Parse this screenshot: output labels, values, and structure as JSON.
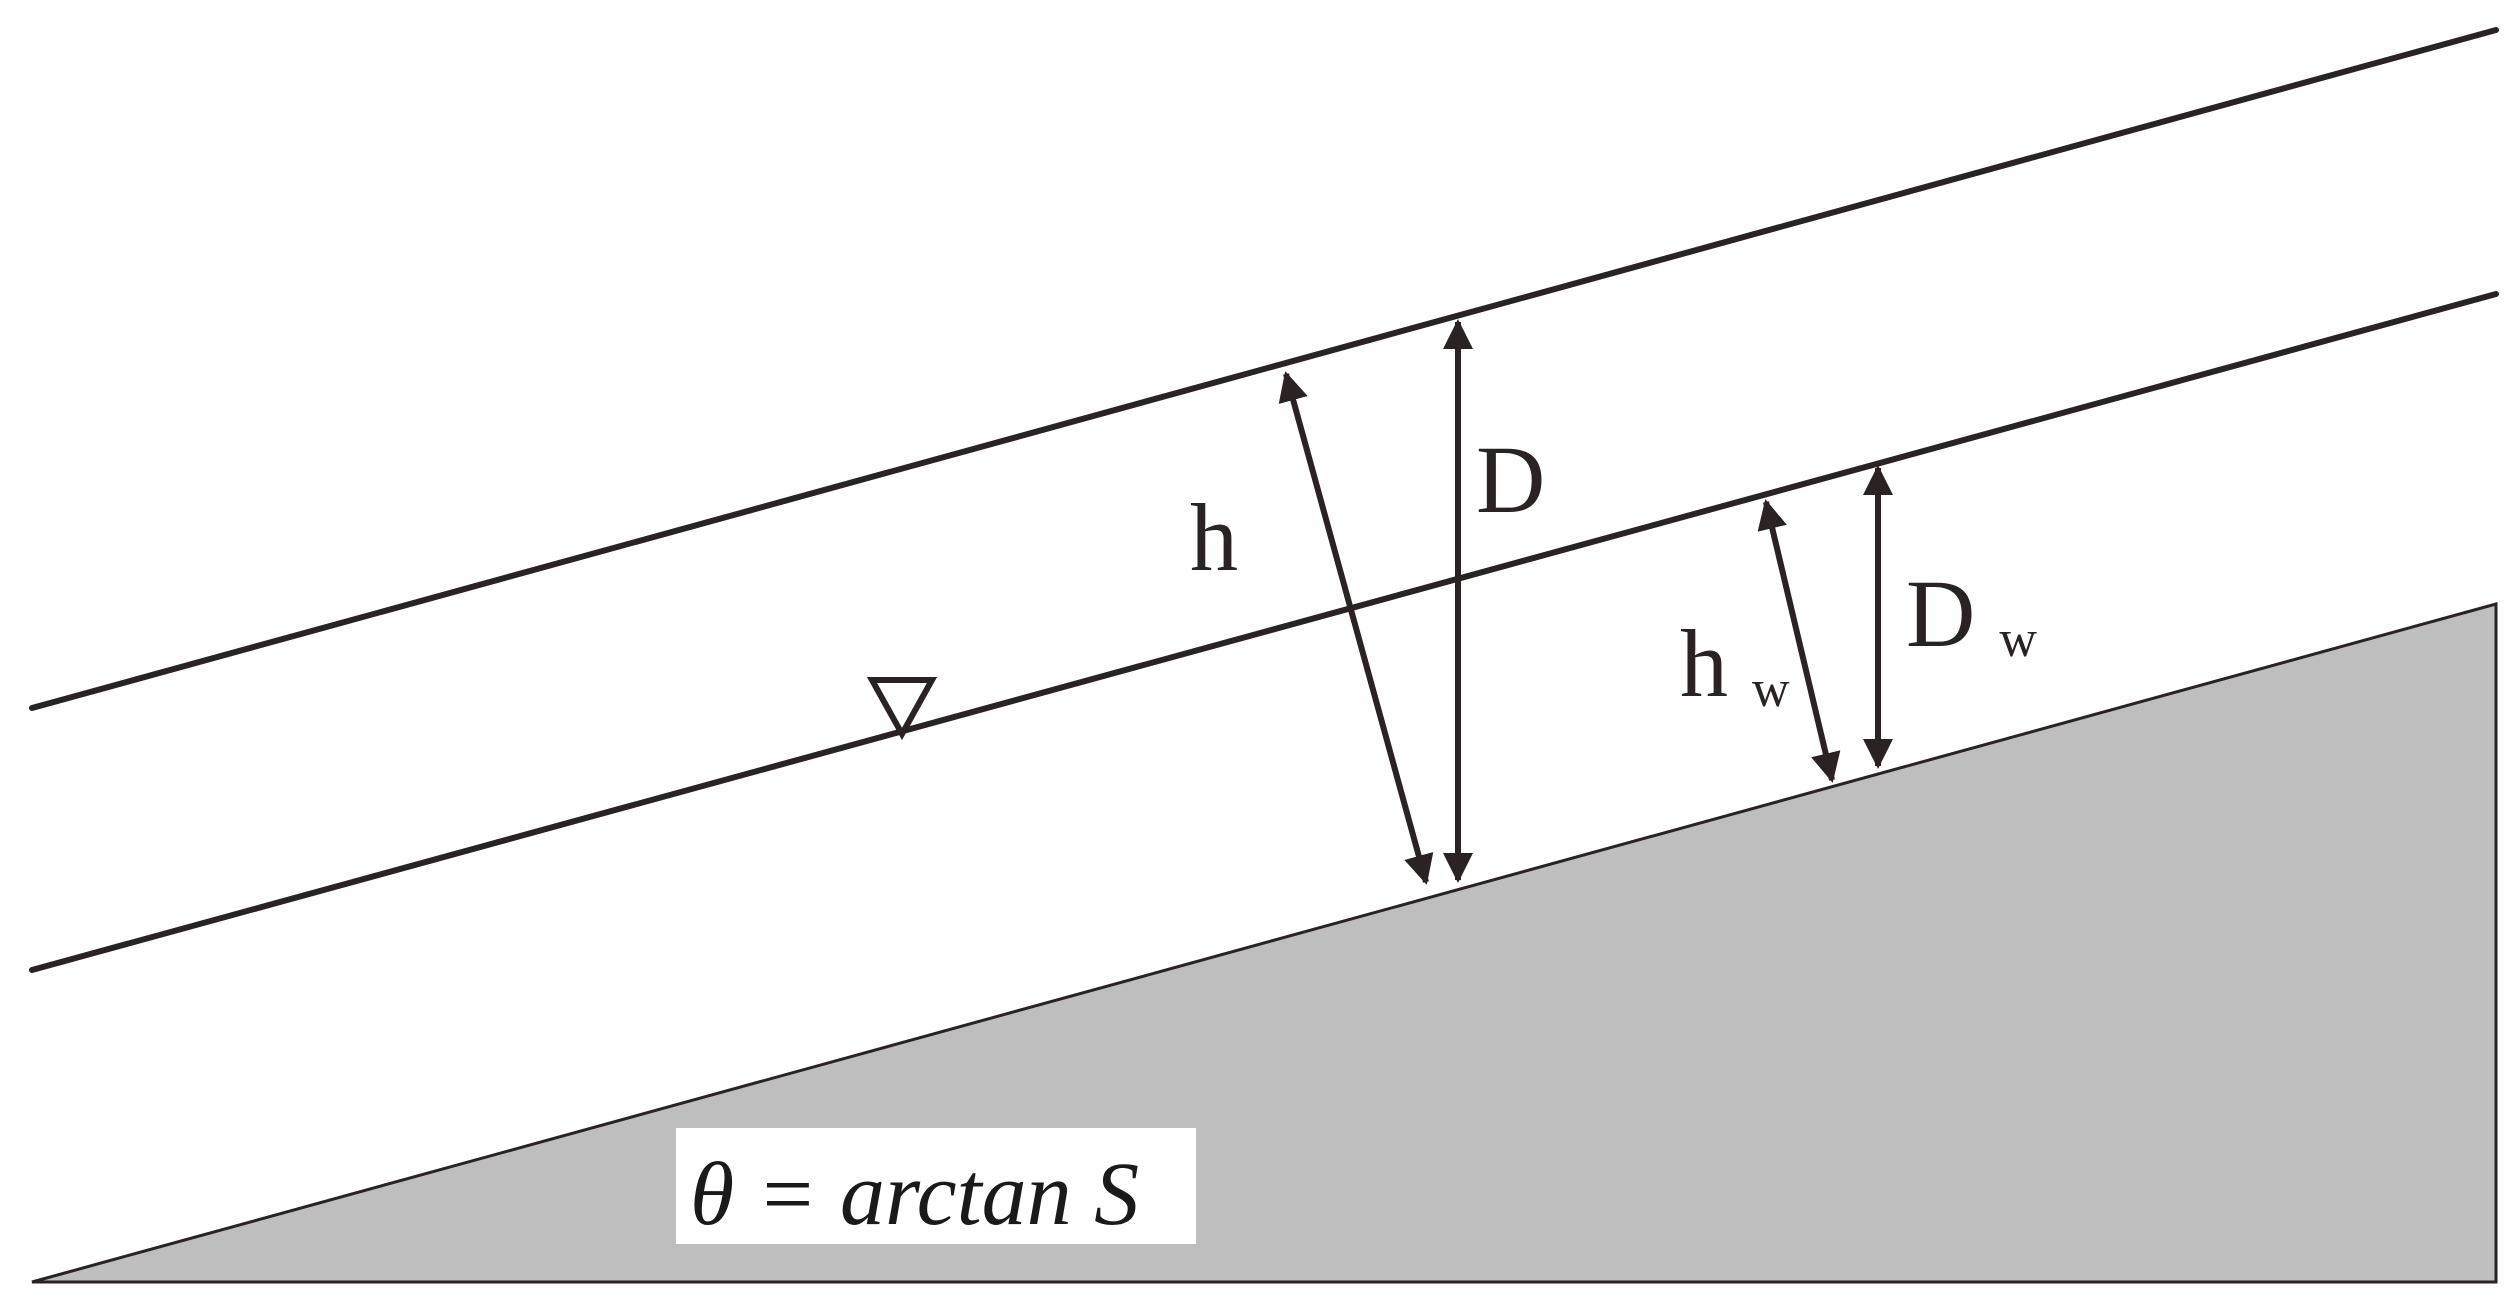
{
  "diagram": {
    "labels": {
      "h": "h",
      "D": "D",
      "h_w_base": "h",
      "h_w_sub": "w",
      "D_w_base": "D",
      "D_w_sub": "w"
    },
    "formula": "θ = arctan S",
    "water_table_symbol": "triangle-down-icon"
  },
  "colors": {
    "line": "#2b2223",
    "ground_fill": "#bebebe",
    "ground_stroke": "#2b2223",
    "background": "#ffffff"
  }
}
